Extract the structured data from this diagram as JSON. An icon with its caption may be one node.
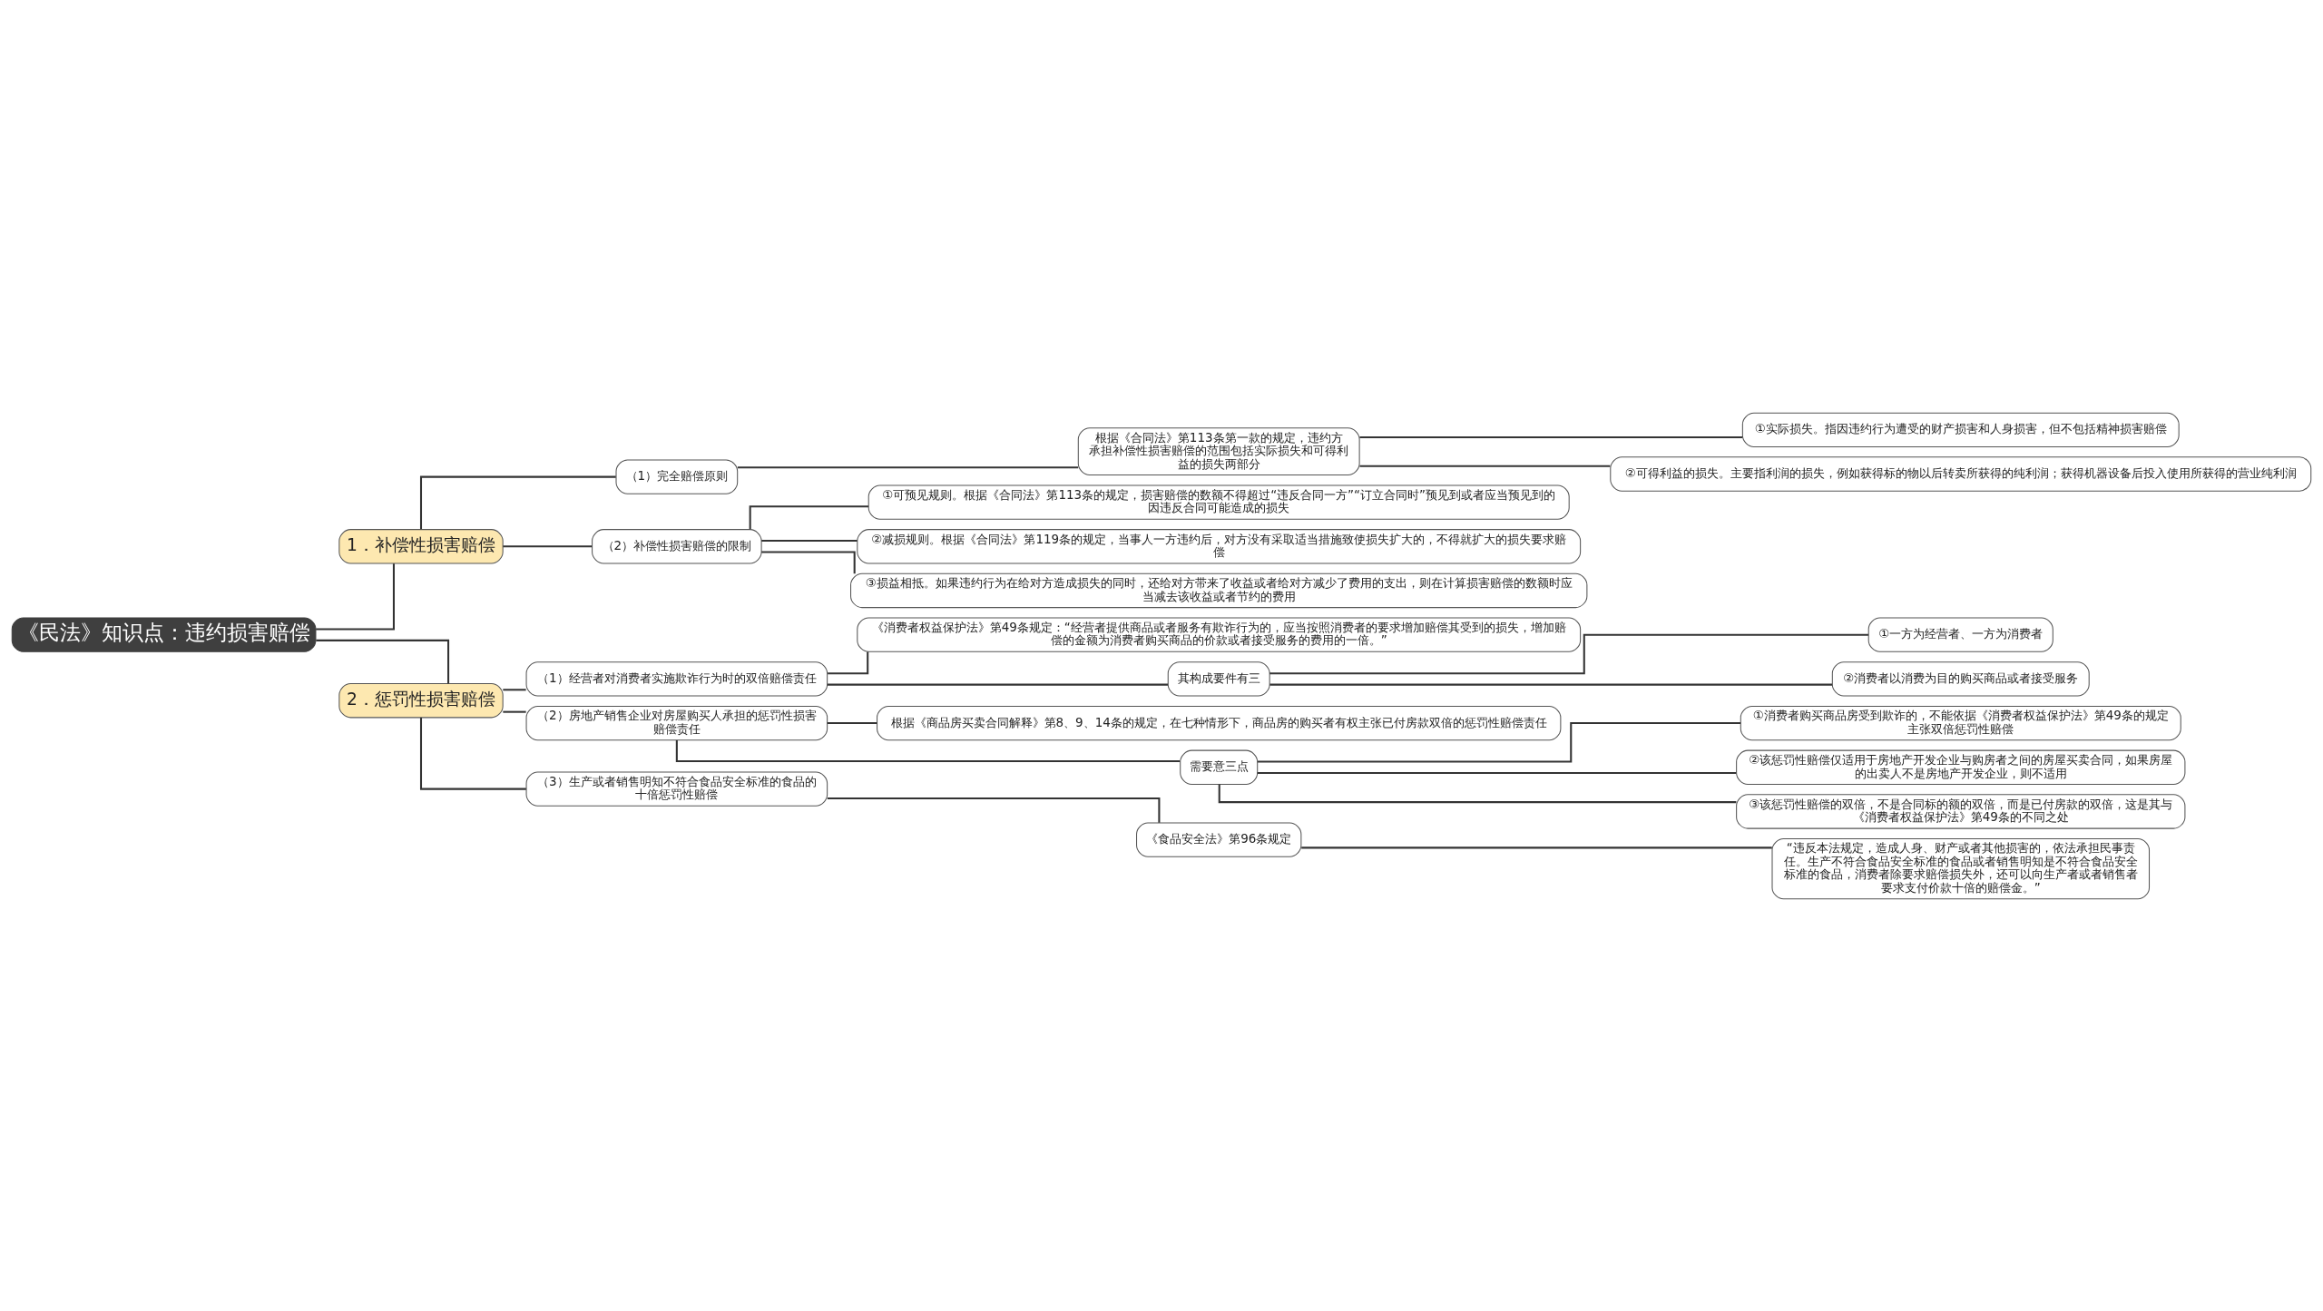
{
  "diagram": {
    "nodes": [
      {
        "text": [
          "《民法》知识点：违约损害赔偿"
        ]
      },
      {
        "text": [
          "1．补偿性损害赔偿"
        ]
      },
      {
        "text": [
          "（1）完全赔偿原则"
        ]
      },
      {
        "text": [
          "根据《合同法》第113条第一款的规定，违约方承担补偿性损害赔偿的范围包括实际损失和可得利益的损失两部分"
        ]
      },
      {
        "text": [
          "①实际损失。指因违约行为遭受的财产损害和人身损害，但不包括精神损害赔偿"
        ]
      },
      {
        "text": [
          "②可得利益的损失。主要指利润的损失，例如获得标的物以后转卖所获得的纯利润；获得机器设备后投入使用所获得的营业纯利润"
        ]
      },
      {
        "text": [
          "（2）补偿性损害赔偿的限制"
        ]
      },
      {
        "text": [
          "①可预见规则。根据《合同法》第113条的规定，损害赔偿的数额不得超过“违反合同一方”“订立合同时”预见到或者应当预见到的因违反合同可能造成的损失"
        ]
      },
      {
        "text": [
          "②减损规则。根据《合同法》第119条的规定，当事人一方违约后，对方没有采取适当措施致使损失扩大的，不得就扩大的损失要求赔偿"
        ]
      },
      {
        "text": [
          "③损益相抵。如果违约行为在给对方造成损失的同时，还给对方带来了收益或者给对方减少了费用的支出，则在计算损害赔偿的数额时应当减去该收益或者节约的费用"
        ]
      },
      {
        "text": [
          "2．惩罚性损害赔偿"
        ]
      },
      {
        "text": [
          "（1）经营者对消费者实施欺诈行为时的双倍赔偿责任"
        ]
      },
      {
        "text": [
          "《消费者权益保护法》第49条规定：“经营者提供商品或者服务有欺诈行为的，应当按照消费者的要求增加赔偿其受到的损失，增加赔偿的金额为消费者购买商品的价款或者接受服务的费用的一倍。”"
        ]
      },
      {
        "text": [
          "其构成要件有三"
        ]
      },
      {
        "text": [
          "①一方为经营者、一方为消费者"
        ]
      },
      {
        "text": [
          "②消费者以消费为目的购买商品或者接受服务"
        ]
      },
      {
        "text": [
          "（2）房地产销售企业对房屋购买人承担的惩罚性损害赔偿责任"
        ]
      },
      {
        "text": [
          "根据《商品房买卖合同解释》第8、9、14条的规定，在七种情形下，商品房的购买者有权主张已付房款双倍的惩罚性赔偿责任"
        ]
      },
      {
        "text": [
          "需要意三点"
        ]
      },
      {
        "text": [
          "①消费者购买商品房受到欺诈的，不能依据《消费者权益保护法》第49条的规定主张双倍惩罚性赔偿"
        ]
      },
      {
        "text": [
          "②该惩罚性赔偿仅适用于房地产开发企业与购房者之间的房屋买卖合同，如果房屋的出卖人不是房地产开发企业，则不适用"
        ]
      },
      {
        "text": [
          "③该惩罚性赔偿的双倍，不是合同标的额的双倍，而是已付房款的双倍，这是其与《消费者权益保护法》第49条的不同之处"
        ]
      },
      {
        "text": [
          "（3）生产或者销售明知不符合食品安全标准的食品的十倍惩罚性赔偿"
        ]
      },
      {
        "text": [
          "《食品安全法》第96条规定"
        ]
      },
      {
        "text": [
          "“违反本法规定，造成人身、财产或者其他损害的，依法承担民事责任。生产不符合食品安全标准的食品或者销售明知是不符合食品安全标准的食品，消费者除要求赔偿损失外，还可以向生产者或者销售者要求支付价款十倍的赔偿金。”"
        ]
      }
    ],
    "edges": [
      {
        "from": 0,
        "to": 1,
        "arrow": "none"
      },
      {
        "from": 1,
        "to": 2,
        "arrow": "none"
      },
      {
        "from": 2,
        "to": 3,
        "arrow": "none"
      },
      {
        "from": 3,
        "to": 4,
        "arrow": "none"
      },
      {
        "from": 3,
        "to": 5,
        "arrow": "none"
      },
      {
        "from": 1,
        "to": 6,
        "arrow": "none"
      },
      {
        "from": 6,
        "to": 7,
        "arrow": "none"
      },
      {
        "from": 6,
        "to": 8,
        "arrow": "none"
      },
      {
        "from": 6,
        "to": 9,
        "arrow": "none"
      },
      {
        "from": 0,
        "to": 10,
        "arrow": "none"
      },
      {
        "from": 10,
        "to": 11,
        "arrow": "none"
      },
      {
        "from": 11,
        "to": 12,
        "arrow": "none"
      },
      {
        "from": 11,
        "to": 13,
        "arrow": "none"
      },
      {
        "from": 13,
        "to": 14,
        "arrow": "none"
      },
      {
        "from": 13,
        "to": 15,
        "arrow": "none"
      },
      {
        "from": 10,
        "to": 16,
        "arrow": "none"
      },
      {
        "from": 16,
        "to": 17,
        "arrow": "none"
      },
      {
        "from": 16,
        "to": 18,
        "arrow": "none"
      },
      {
        "from": 18,
        "to": 19,
        "arrow": "none"
      },
      {
        "from": 18,
        "to": 20,
        "arrow": "none"
      },
      {
        "from": 18,
        "to": 21,
        "arrow": "none"
      },
      {
        "from": 10,
        "to": 22,
        "arrow": "none"
      },
      {
        "from": 22,
        "to": 23,
        "arrow": "none"
      },
      {
        "from": 23,
        "to": 24,
        "arrow": "none"
      }
    ]
  }
}
